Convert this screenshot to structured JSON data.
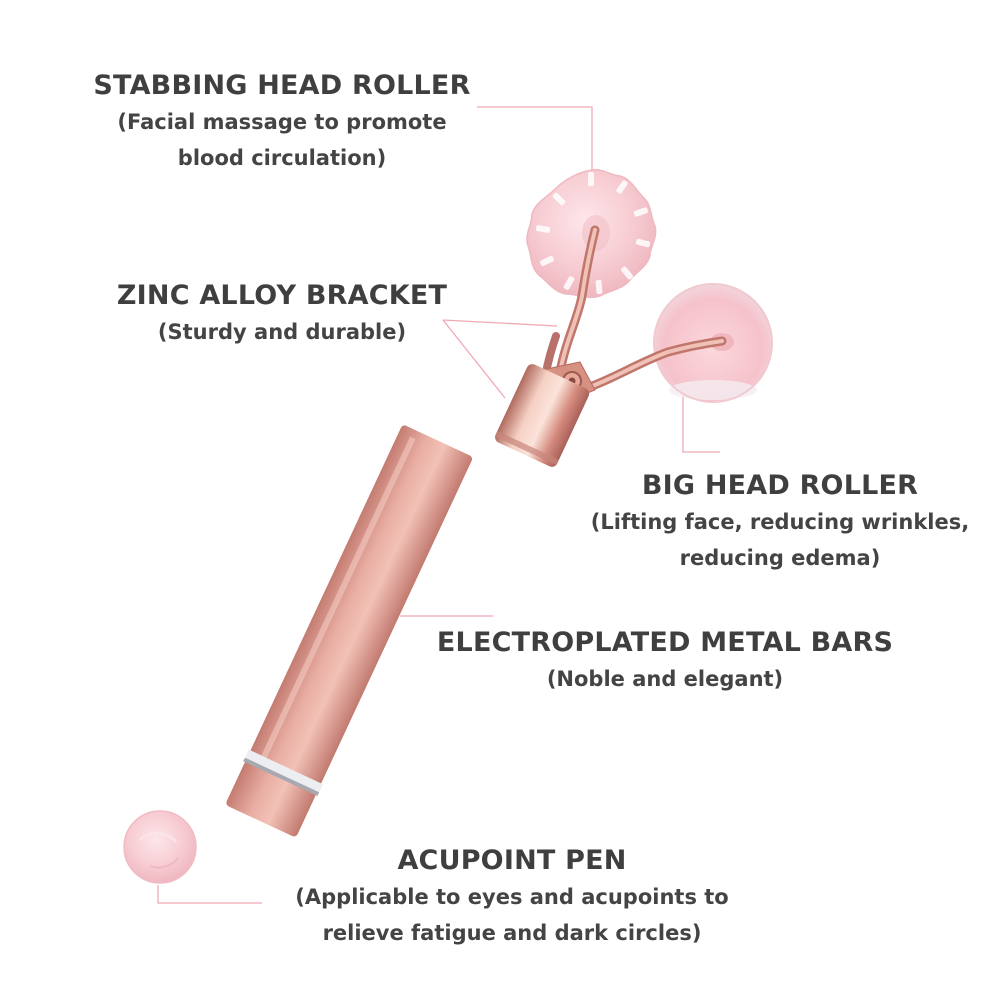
{
  "colors": {
    "leader_line": "#f1a9b5",
    "text": "#3f3f3f",
    "rose_gold": "#d9958a",
    "rose_quartz": "#f6c7cd"
  },
  "callouts": {
    "stabbing_head_roller": {
      "title": "STABBING HEAD ROLLER",
      "desc_1": "(Facial massage to promote",
      "desc_2": "blood circulation)"
    },
    "zinc_alloy_bracket": {
      "title": "ZINC ALLOY BRACKET",
      "desc_1": "(Sturdy and durable)"
    },
    "big_head_roller": {
      "title": "BIG HEAD ROLLER",
      "desc_1": "(Lifting face, reducing wrinkles,",
      "desc_2": "reducing edema)"
    },
    "electroplated_metal_bars": {
      "title": "ELECTROPLATED METAL BARS",
      "desc_1": "(Noble and elegant)"
    },
    "acupoint_pen": {
      "title": "ACUPOINT PEN",
      "desc_1": "(Applicable to eyes and acupoints to",
      "desc_2": "relieve fatigue and dark circles)"
    }
  }
}
